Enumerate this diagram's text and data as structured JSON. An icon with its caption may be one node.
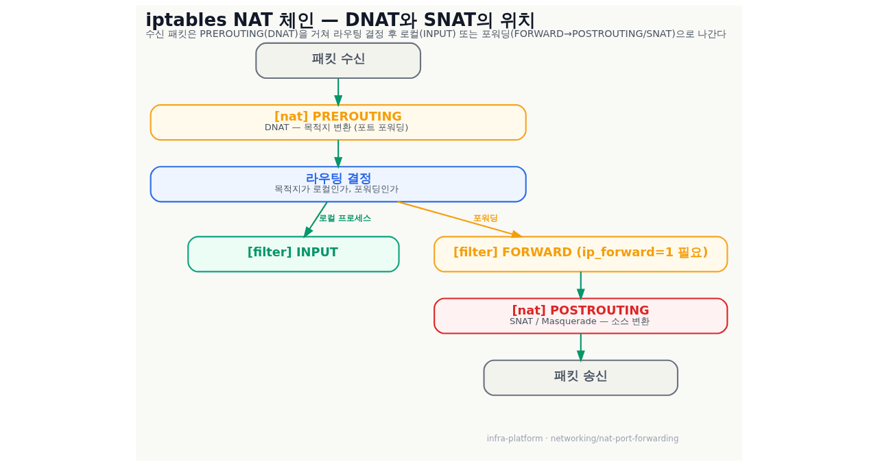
{
  "diagram": {
    "title": "iptables NAT 체인 — DNAT와 SNAT의 위치",
    "caption": "수신 패킷은 PREROUTING(DNAT)을 거쳐 라우팅 결정 후 로컬(INPUT) 또는 포워딩(FORWARD→POSTROUTING/SNAT)으로 나간다",
    "nodes": [
      {
        "text": [
          "패킷 수신"
        ]
      },
      {
        "text": [
          "[nat] PREROUTING",
          "DNAT — 목적지 변환 (포트 포워딩)"
        ]
      },
      {
        "text": [
          "라우팅 결정",
          "목적지가 로컬인가, 포워딩인가"
        ]
      },
      {
        "text": [
          "[filter] INPUT"
        ]
      },
      {
        "text": [
          "[filter] FORWARD (ip_forward=1 필요)"
        ]
      },
      {
        "text": [
          "[nat] POSTROUTING",
          "SNAT / Masquerade — 소스 변환"
        ]
      },
      {
        "text": [
          "패킷 송신"
        ]
      }
    ],
    "edges": [
      {
        "from": 0,
        "to": 1,
        "arrow": "to"
      },
      {
        "from": 1,
        "to": 2,
        "arrow": "to"
      },
      {
        "from": 2,
        "to": 3,
        "arrow": "to",
        "label": "로컬 프로세스"
      },
      {
        "from": 2,
        "to": 4,
        "arrow": "to",
        "label": "포워딩",
        "color": "#f59e0b"
      },
      {
        "from": 4,
        "to": 5,
        "arrow": "to"
      },
      {
        "from": 5,
        "to": 6,
        "arrow": "to"
      }
    ],
    "labels": [
      "infra-platform · networking/nat-port-forwarding"
    ]
  }
}
